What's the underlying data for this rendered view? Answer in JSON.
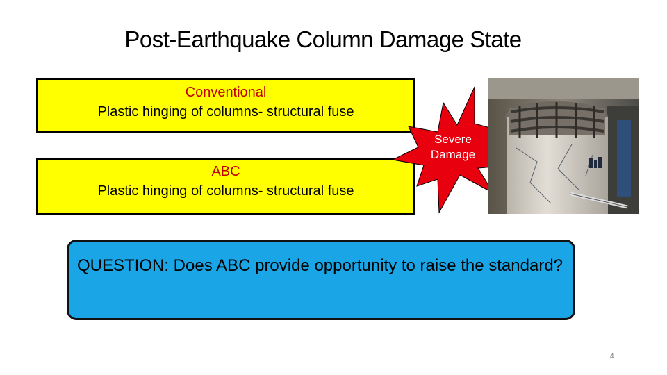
{
  "slide": {
    "title": "Post-Earthquake Column Damage State",
    "boxes": [
      {
        "heading": "Conventional",
        "text": "Plastic hinging of columns-  structural fuse"
      },
      {
        "heading": "ABC",
        "text": "Plastic hinging of columns-  structural fuse"
      }
    ],
    "callout": {
      "line1": "Severe",
      "line2": "Damage"
    },
    "question": "QUESTION: Does ABC provide opportunity to raise the standard?",
    "page_number": "4"
  },
  "colors": {
    "box_fill": "#ffff00",
    "heading_red": "#c00000",
    "starburst_red": "#e8000f",
    "question_blue": "#1aa5e6"
  }
}
